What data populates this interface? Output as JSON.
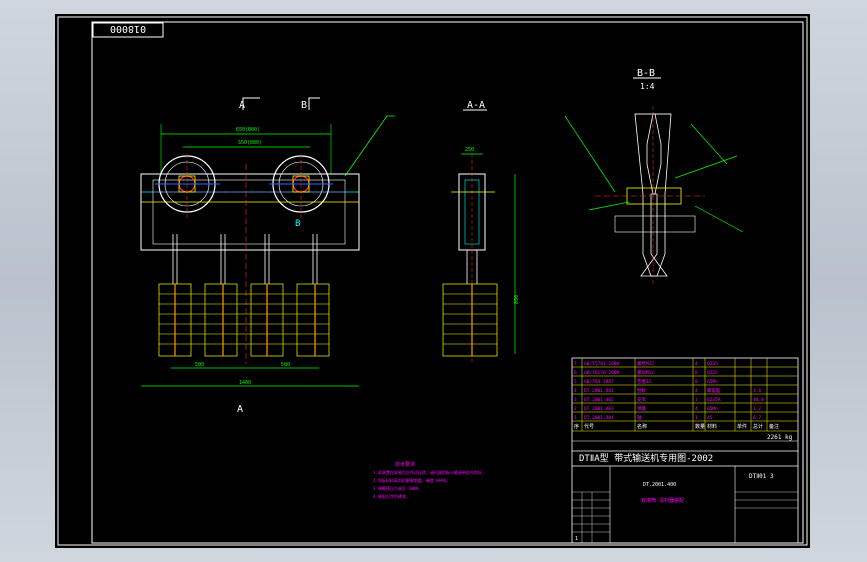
{
  "drawing_number_flipped": "018000",
  "sheet": {
    "title": "DTⅡA型 带式输送机专用图-2002",
    "weight": "2261 kg",
    "drawing_code": "DTⅡ01 3",
    "sub_code": "DT.2001.400",
    "name": "双滚筒 清扫器装配",
    "left_note": "1"
  },
  "views": {
    "section_a_top": "A",
    "section_b_top": "B",
    "section_a_bottom": "A",
    "section_b_mid": "B",
    "section_aa": "A-A",
    "section_bb": "B-B",
    "scale_bb": "1:4"
  },
  "dims": {
    "top_overall": "650(B00)",
    "top_inner": "S50(800)",
    "bottom_left": "500",
    "bottom_right": "500",
    "bottom_total": "1400",
    "side_top": "250",
    "side_height": "850"
  },
  "tech_notes": {
    "heading": "技术要求",
    "lines": [
      "1.本装置在安装后应作试运转，清扫器刮板与输送带贴合良好。",
      "2.刮板材料采用耐磨聚氨酯，硬度 HA90。",
      "3.弹簧预压力调至 300N。",
      "4.装配后涂防锈漆。"
    ]
  },
  "bom": {
    "rows": [
      [
        "7",
        "GB/T5783-2000",
        "螺栓M12",
        "4",
        "Q235",
        "",
        "",
        ""
      ],
      [
        "6",
        "GB/T6170-2000",
        "螺母M12",
        "8",
        "Q235",
        "",
        "",
        ""
      ],
      [
        "5",
        "GB/T93-1987",
        "垫圈12",
        "8",
        "65Mn",
        "",
        "",
        ""
      ],
      [
        "4",
        "DT.2001.401",
        "刮板",
        "4",
        "聚氨酯",
        "",
        "3.6",
        ""
      ],
      [
        "3",
        "DT.2001.402",
        "支架",
        "1",
        "Q235A",
        "",
        "40.8",
        ""
      ],
      [
        "2",
        "DT.2001.403",
        "弹簧",
        "4",
        "65Mn",
        "",
        "1.2",
        ""
      ],
      [
        "1",
        "DT.2001.404",
        "轴",
        "1",
        "45",
        "",
        "6.7",
        ""
      ]
    ],
    "header": [
      "序",
      "代号",
      "名称",
      "数量",
      "材料",
      "单件",
      "总计",
      "备注"
    ]
  }
}
